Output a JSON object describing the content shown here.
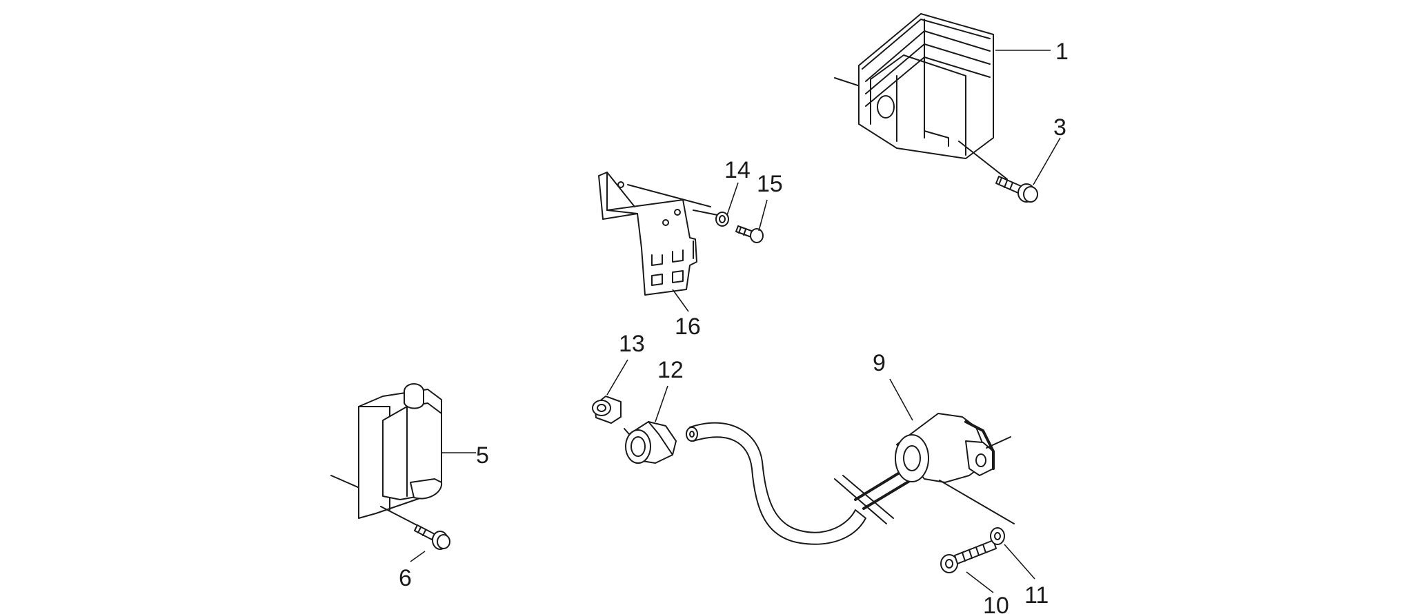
{
  "diagram": {
    "callouts": [
      {
        "id": "1",
        "part": "regulator-rectifier"
      },
      {
        "id": "3",
        "part": "regulator-bolt"
      },
      {
        "id": "5",
        "part": "ignition-coil"
      },
      {
        "id": "6",
        "part": "coil-bolt"
      },
      {
        "id": "9",
        "part": "spark-plug-cap"
      },
      {
        "id": "10",
        "part": "cap-bolt"
      },
      {
        "id": "11",
        "part": "cap-washer"
      },
      {
        "id": "12",
        "part": "plug-boot"
      },
      {
        "id": "13",
        "part": "plug-sleeve"
      },
      {
        "id": "14",
        "part": "bracket-washer"
      },
      {
        "id": "15",
        "part": "bracket-bolt"
      },
      {
        "id": "16",
        "part": "mounting-bracket"
      }
    ]
  }
}
